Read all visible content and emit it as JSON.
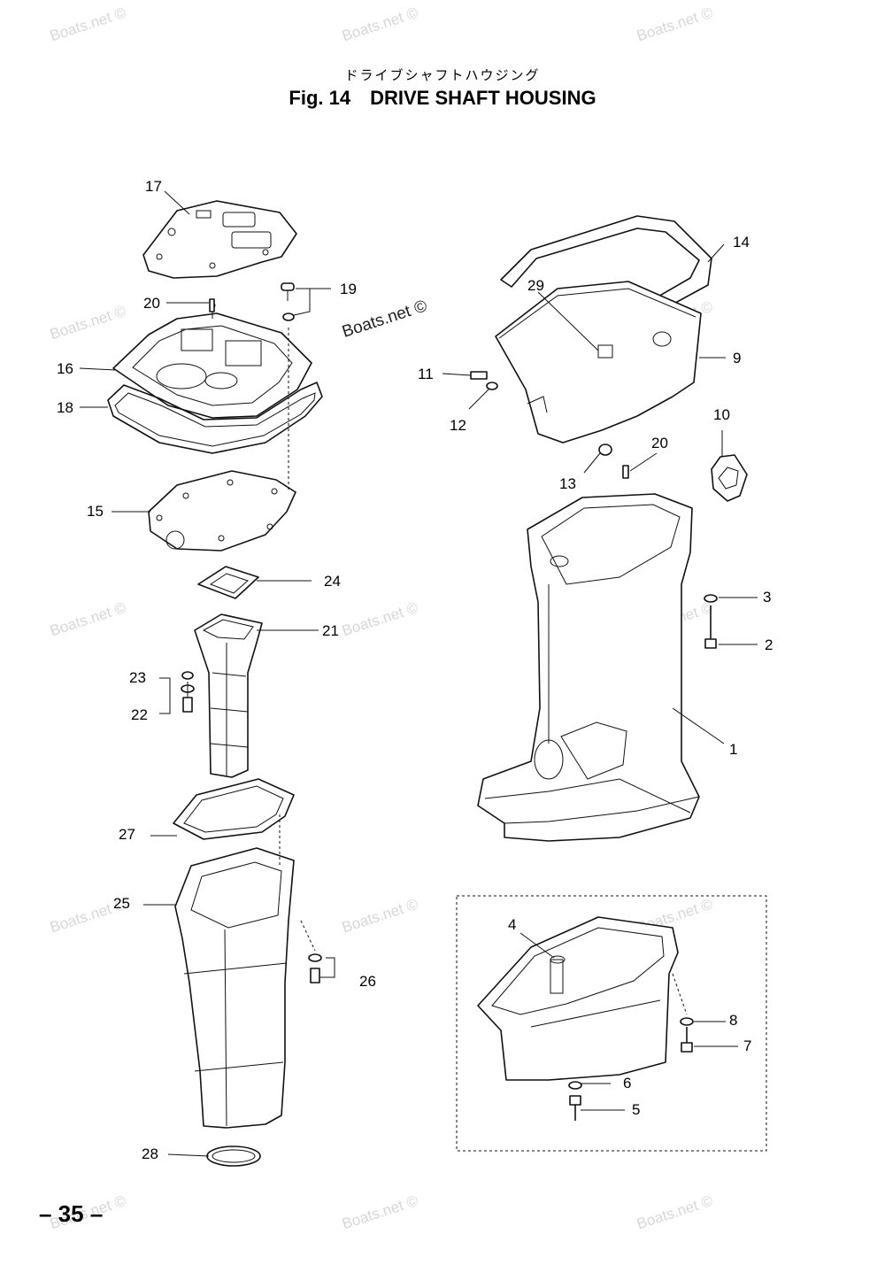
{
  "header": {
    "title_jp": "ドライブシャフトハウジング",
    "fig_label": "Fig. 14",
    "title": "DRIVE SHAFT HOUSING"
  },
  "watermark": "Boats.net ©",
  "page_number": "– 35 –",
  "callouts": [
    {
      "id": "c17",
      "text": "17"
    },
    {
      "id": "c14",
      "text": "14"
    },
    {
      "id": "c19",
      "text": "19"
    },
    {
      "id": "c20a",
      "text": "20"
    },
    {
      "id": "c29",
      "text": "29"
    },
    {
      "id": "c16",
      "text": "16"
    },
    {
      "id": "c9",
      "text": "9"
    },
    {
      "id": "c11",
      "text": "11"
    },
    {
      "id": "c18",
      "text": "18"
    },
    {
      "id": "c12",
      "text": "12"
    },
    {
      "id": "c10",
      "text": "10"
    },
    {
      "id": "c20b",
      "text": "20"
    },
    {
      "id": "c13",
      "text": "13"
    },
    {
      "id": "c15",
      "text": "15"
    },
    {
      "id": "c24",
      "text": "24"
    },
    {
      "id": "c3",
      "text": "3"
    },
    {
      "id": "c21",
      "text": "21"
    },
    {
      "id": "c2",
      "text": "2"
    },
    {
      "id": "c23",
      "text": "23"
    },
    {
      "id": "c22",
      "text": "22"
    },
    {
      "id": "c1",
      "text": "1"
    },
    {
      "id": "c27",
      "text": "27"
    },
    {
      "id": "c25",
      "text": "25"
    },
    {
      "id": "c4",
      "text": "4"
    },
    {
      "id": "c26",
      "text": "26"
    },
    {
      "id": "c8",
      "text": "8"
    },
    {
      "id": "c7",
      "text": "7"
    },
    {
      "id": "c6",
      "text": "6"
    },
    {
      "id": "c5",
      "text": "5"
    },
    {
      "id": "c28",
      "text": "28"
    }
  ]
}
